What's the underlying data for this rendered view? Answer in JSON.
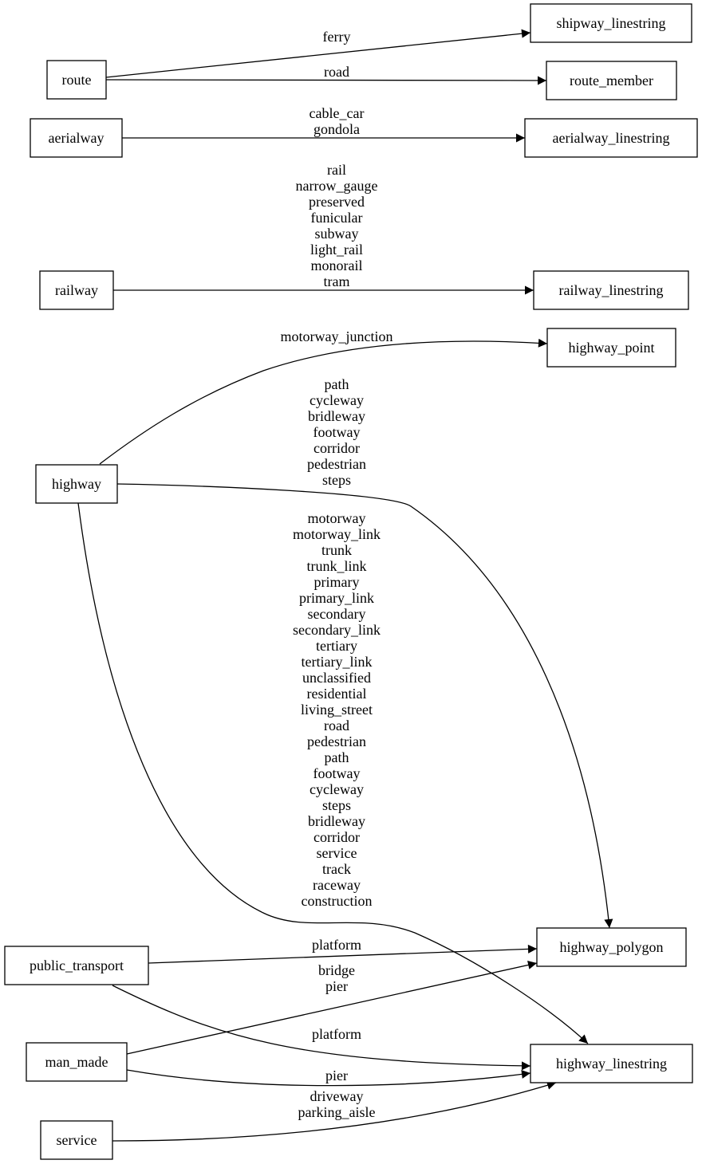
{
  "nodes": {
    "route": "route",
    "aerialway": "aerialway",
    "railway": "railway",
    "highway": "highway",
    "public_transport": "public_transport",
    "man_made": "man_made",
    "service": "service",
    "shipway_linestring": "shipway_linestring",
    "route_member": "route_member",
    "aerialway_linestring": "aerialway_linestring",
    "railway_linestring": "railway_linestring",
    "highway_point": "highway_point",
    "highway_polygon": "highway_polygon",
    "highway_linestring": "highway_linestring"
  },
  "edges": [
    {
      "from": "route",
      "to": "shipway_linestring",
      "labels": [
        "ferry"
      ]
    },
    {
      "from": "route",
      "to": "route_member",
      "labels": [
        "road"
      ]
    },
    {
      "from": "aerialway",
      "to": "aerialway_linestring",
      "labels": [
        "cable_car",
        "gondola"
      ]
    },
    {
      "from": "railway",
      "to": "railway_linestring",
      "labels": [
        "rail",
        "narrow_gauge",
        "preserved",
        "funicular",
        "subway",
        "light_rail",
        "monorail",
        "tram"
      ]
    },
    {
      "from": "highway",
      "to": "highway_point",
      "labels": [
        "motorway_junction"
      ]
    },
    {
      "from": "highway",
      "to": "highway_polygon",
      "labels": [
        "path",
        "cycleway",
        "bridleway",
        "footway",
        "corridor",
        "pedestrian",
        "steps"
      ]
    },
    {
      "from": "highway",
      "to": "highway_linestring",
      "labels": [
        "motorway",
        "motorway_link",
        "trunk",
        "trunk_link",
        "primary",
        "primary_link",
        "secondary",
        "secondary_link",
        "tertiary",
        "tertiary_link",
        "unclassified",
        "residential",
        "living_street",
        "road",
        "pedestrian",
        "path",
        "footway",
        "cycleway",
        "steps",
        "bridleway",
        "corridor",
        "service",
        "track",
        "raceway",
        "construction"
      ]
    },
    {
      "from": "public_transport",
      "to": "highway_polygon",
      "labels": [
        "platform"
      ]
    },
    {
      "from": "man_made",
      "to": "highway_polygon",
      "labels": [
        "bridge",
        "pier"
      ]
    },
    {
      "from": "public_transport",
      "to": "highway_linestring",
      "labels": [
        "platform"
      ]
    },
    {
      "from": "man_made",
      "to": "highway_linestring",
      "labels": [
        "pier"
      ]
    },
    {
      "from": "service",
      "to": "highway_linestring",
      "labels": [
        "driveway",
        "parking_aisle"
      ]
    }
  ]
}
